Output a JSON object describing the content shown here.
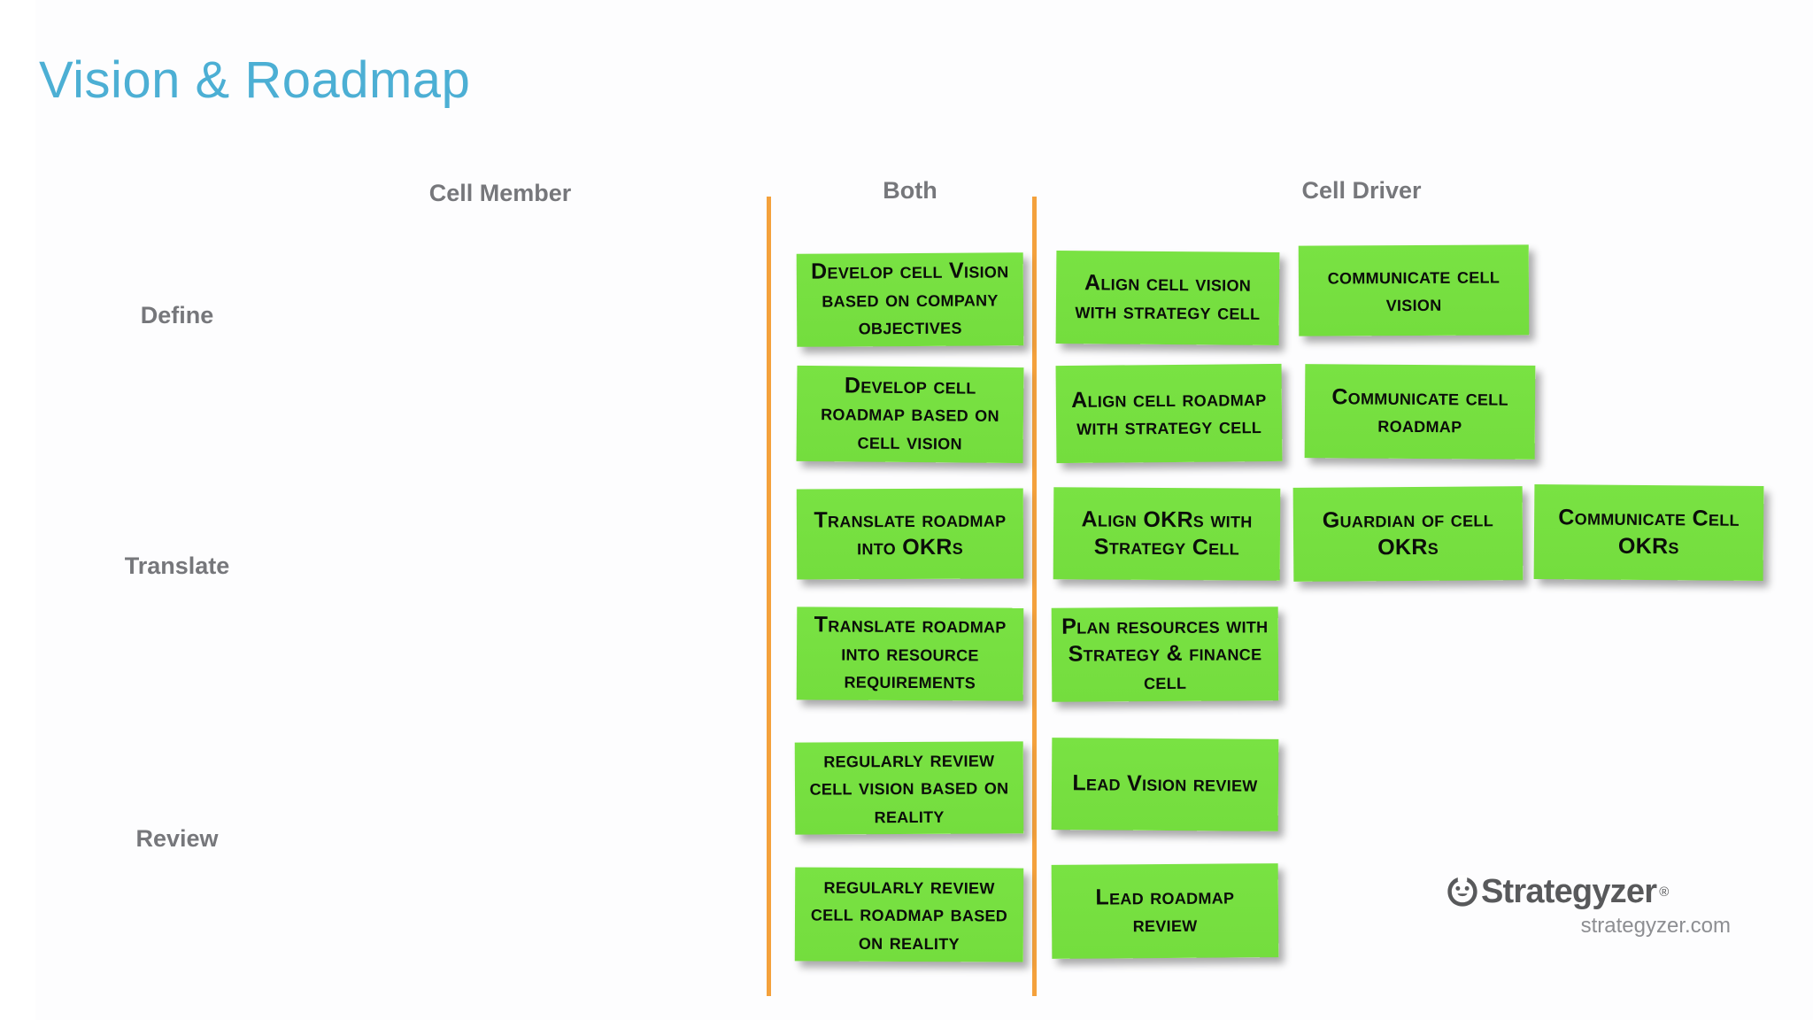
{
  "slide": {
    "title": "Vision & Roadmap",
    "title_color": "#4cafd4",
    "background_color": "#ffffff"
  },
  "columns": [
    {
      "id": "cell-member",
      "label": "Cell Member"
    },
    {
      "id": "both",
      "label": "Both"
    },
    {
      "id": "cell-driver",
      "label": "Cell Driver"
    }
  ],
  "rows": [
    {
      "id": "define",
      "label": "Define"
    },
    {
      "id": "translate",
      "label": "Translate"
    },
    {
      "id": "review",
      "label": "Review"
    }
  ],
  "divider_color": "#f4a13c",
  "note_color": "#77e041",
  "note_text_color": "#0b0d0a",
  "label_color": "#76777b",
  "notes": [
    {
      "id": "n1",
      "row": "define",
      "column": "both",
      "text": "Develop cell Vision based on company objectives"
    },
    {
      "id": "n2",
      "row": "define",
      "column": "cell-driver",
      "text": "Align cell vision with strategy cell"
    },
    {
      "id": "n3",
      "row": "define",
      "column": "cell-driver",
      "text": "communicate cell vision"
    },
    {
      "id": "n4",
      "row": "define",
      "column": "both",
      "text": "Develop cell roadmap based on cell vision"
    },
    {
      "id": "n5",
      "row": "define",
      "column": "cell-driver",
      "text": "Align cell roadmap with strategy cell"
    },
    {
      "id": "n6",
      "row": "define",
      "column": "cell-driver",
      "text": "Communicate cell roadmap"
    },
    {
      "id": "n7",
      "row": "translate",
      "column": "both",
      "text": "Translate roadmap into OKRs"
    },
    {
      "id": "n8",
      "row": "translate",
      "column": "cell-driver",
      "text": "Align OKRs with Strategy Cell"
    },
    {
      "id": "n9",
      "row": "translate",
      "column": "cell-driver",
      "text": "Guardian of cell OKRs"
    },
    {
      "id": "n10",
      "row": "translate",
      "column": "cell-driver",
      "text": "Communicate Cell OKRs"
    },
    {
      "id": "n11",
      "row": "translate",
      "column": "both",
      "text": "Translate roadmap into resource requirements"
    },
    {
      "id": "n12",
      "row": "translate",
      "column": "cell-driver",
      "text": "Plan resources with Strategy & finance cell"
    },
    {
      "id": "n13",
      "row": "review",
      "column": "both",
      "text": "regularly review cell vision based on reality"
    },
    {
      "id": "n14",
      "row": "review",
      "column": "cell-driver",
      "text": "Lead Vision review"
    },
    {
      "id": "n15",
      "row": "review",
      "column": "both",
      "text": "regularly review cell roadmap based on reality"
    },
    {
      "id": "n16",
      "row": "review",
      "column": "cell-driver",
      "text": "Lead roadmap review"
    }
  ],
  "logo": {
    "wordmark": "Strategyzer",
    "registered": "®",
    "url": "strategyzer.com",
    "color": "#58595b"
  }
}
